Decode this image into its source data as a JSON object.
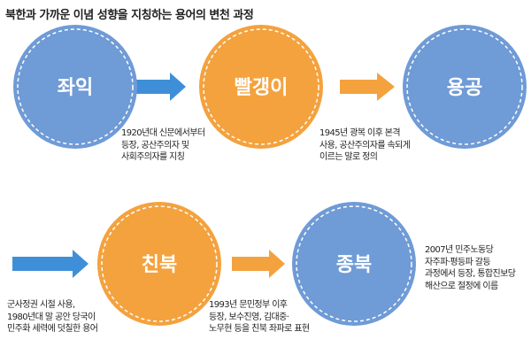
{
  "title": "북한과 가까운 이념 성향을 지칭하는 용어의 변천 과정",
  "colors": {
    "blue": "#6f9bd6",
    "orange": "#f4a23e",
    "arrow": "#3f8fd8"
  },
  "nodes": [
    {
      "label": "좌익",
      "color": "blue"
    },
    {
      "label": "빨갱이",
      "color": "orange"
    },
    {
      "label": "용공",
      "color": "blue"
    },
    {
      "label": "친북",
      "color": "orange"
    },
    {
      "label": "종북",
      "color": "blue"
    }
  ],
  "descriptions": [
    {
      "lines": [
        "1920년대 신문에서부터",
        "등장, 공산주의자 및",
        "사회주의자를 지칭"
      ]
    },
    {
      "lines": [
        "1945년 광복 이후 본격",
        "사용, 공산주의자를 속되게",
        "이르는 말로 정의"
      ]
    },
    {
      "lines": [
        "군사정권 시절 사용,",
        "1980년대 말 공안 당국이",
        " 민주화 세력에 덧칠한 용어"
      ]
    },
    {
      "lines": [
        "1993년 문민정부 이후",
        "등장, 보수진영, 김대중·",
        "노무현 등을 친북 좌파로 표현"
      ]
    },
    {
      "lines": [
        "2007년 민주노동당",
        "자주파·평등파 갈등",
        "과정에서 등장, 통합진보당",
        "해산으로 절정에 이름"
      ]
    }
  ]
}
